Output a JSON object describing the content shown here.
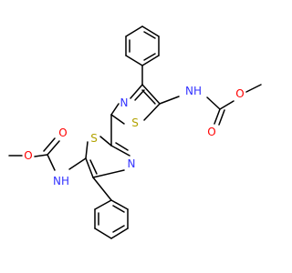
{
  "labels": {
    "n_top": "N",
    "s_top": "S",
    "nh_top": "NH",
    "o_top_carbonyl": "O",
    "o_top_ester": "O",
    "s_bottom": "S",
    "n_bottom": "N",
    "nh_bottom": "NH",
    "o_bottom_carbonyl": "O",
    "o_bottom_ester": "O"
  },
  "colors": {
    "bond": "#000000",
    "nitrogen": "#3333ff",
    "sulfur": "#b2a200",
    "oxygen": "#ff0000"
  }
}
